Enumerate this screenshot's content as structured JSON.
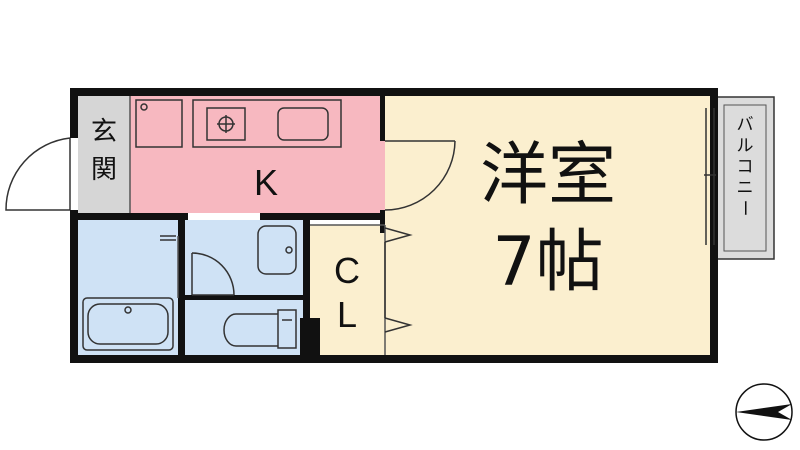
{
  "rooms": {
    "genkan": "玄関",
    "kitchen": "K",
    "western_room_name": "洋室",
    "western_room_size": "7帖",
    "closet_c": "C",
    "closet_l": "L",
    "balcony": "バルコニー"
  },
  "colors": {
    "wall": "#111111",
    "kitchen": "#f7b8c0",
    "western_room": "#fbefcf",
    "closet": "#fbefcf",
    "wet_area": "#cfe2f5",
    "genkan": "#d6d6d6",
    "balcony": "#dcdcdc"
  },
  "icons": [
    "north-arrow-icon",
    "door-swing-icon",
    "stove-icon",
    "sink-icon",
    "bathtub-icon",
    "toilet-icon",
    "washbasin-icon"
  ]
}
